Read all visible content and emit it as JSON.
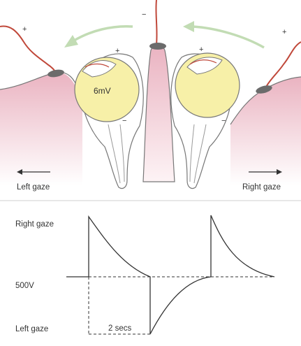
{
  "illustration": {
    "left_gaze_label": "Left gaze",
    "right_gaze_label": "Right gaze",
    "potential_label": "6mV",
    "plus_sign": "+",
    "minus_sign": "−"
  },
  "trace": {
    "upper_label": "Right gaze",
    "baseline_label": "500V",
    "lower_label": "Left gaze",
    "duration_label": "2 secs"
  },
  "colors": {
    "skin": "#f2c9d3",
    "eyeball_fill": "#f7f0a8",
    "wire": "#c0483a",
    "electrode": "#6b6b6b",
    "arrow": "#c2dcb4",
    "line": "#333333"
  }
}
